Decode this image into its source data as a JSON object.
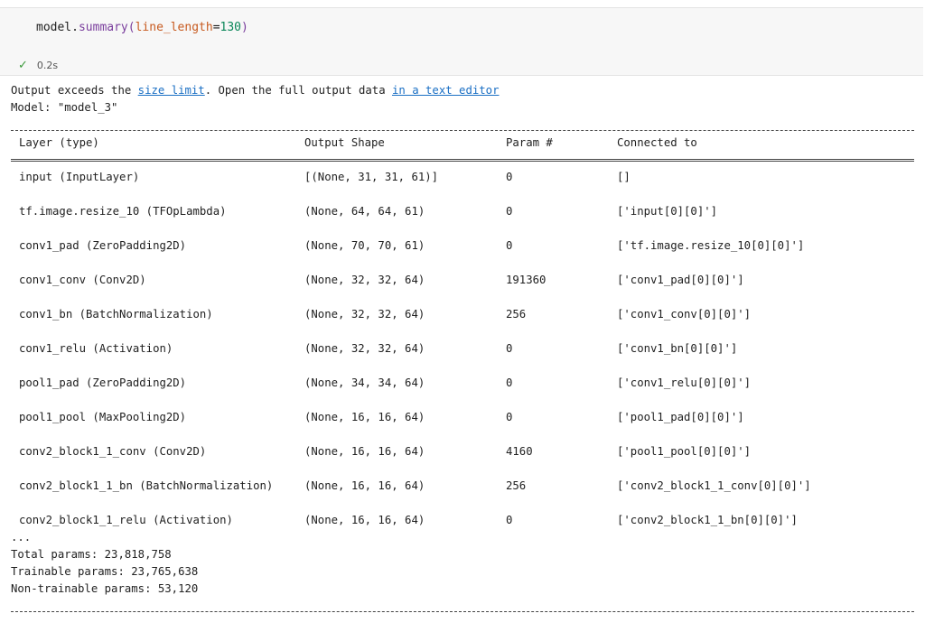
{
  "cell": {
    "code_object": "model",
    "code_dot": ".",
    "code_method": "summary",
    "code_open": "(",
    "code_param": "line_length",
    "code_eq": "=",
    "code_value": "130",
    "code_close": ")",
    "exec_time": "0.2s"
  },
  "output": {
    "notice_prefix": "Output exceeds the ",
    "notice_link1": "size limit",
    "notice_middle": ". Open the full output data ",
    "notice_link2": "in a text editor",
    "model_line": "Model: \"model_3\"",
    "columns": [
      "Layer (type)",
      "Output Shape",
      "Param #",
      "Connected to"
    ],
    "rows": [
      {
        "layer": "input (InputLayer)",
        "shape": "[(None, 31, 31, 61)]",
        "params": "0",
        "connected": "[]"
      },
      {
        "layer": "tf.image.resize_10 (TFOpLambda)",
        "shape": "(None, 64, 64, 61)",
        "params": "0",
        "connected": "['input[0][0]']"
      },
      {
        "layer": "conv1_pad (ZeroPadding2D)",
        "shape": "(None, 70, 70, 61)",
        "params": "0",
        "connected": "['tf.image.resize_10[0][0]']"
      },
      {
        "layer": "conv1_conv (Conv2D)",
        "shape": "(None, 32, 32, 64)",
        "params": "191360",
        "connected": "['conv1_pad[0][0]']"
      },
      {
        "layer": "conv1_bn (BatchNormalization)",
        "shape": "(None, 32, 32, 64)",
        "params": "256",
        "connected": "['conv1_conv[0][0]']"
      },
      {
        "layer": "conv1_relu (Activation)",
        "shape": "(None, 32, 32, 64)",
        "params": "0",
        "connected": "['conv1_bn[0][0]']"
      },
      {
        "layer": "pool1_pad (ZeroPadding2D)",
        "shape": "(None, 34, 34, 64)",
        "params": "0",
        "connected": "['conv1_relu[0][0]']"
      },
      {
        "layer": "pool1_pool (MaxPooling2D)",
        "shape": "(None, 16, 16, 64)",
        "params": "0",
        "connected": "['pool1_pad[0][0]']"
      },
      {
        "layer": "conv2_block1_1_conv (Conv2D)",
        "shape": "(None, 16, 16, 64)",
        "params": "4160",
        "connected": "['pool1_pool[0][0]']"
      },
      {
        "layer": "conv2_block1_1_bn (BatchNormalization)",
        "shape": "(None, 16, 16, 64)",
        "params": "256",
        "connected": "['conv2_block1_1_conv[0][0]']"
      },
      {
        "layer": "conv2_block1_1_relu (Activation)",
        "shape": "(None, 16, 16, 64)",
        "params": "0",
        "connected": "['conv2_block1_1_bn[0][0]']"
      }
    ],
    "ellipsis": "...",
    "total_params": "Total params: 23,818,758",
    "trainable_params": "Trainable params: 23,765,638",
    "non_trainable_params": "Non-trainable params: 53,120"
  },
  "icons": {
    "status": "check-icon"
  },
  "colors": {
    "link": "#1a6fc4",
    "check": "#3a9a3a",
    "cell_bg": "#f7f7f7"
  }
}
